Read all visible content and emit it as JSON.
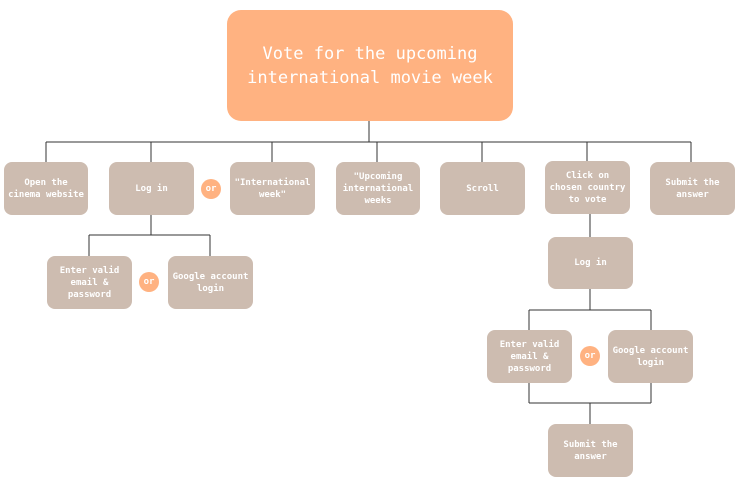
{
  "diagram": {
    "title": "Vote for the upcoming international movie week",
    "steps": [
      "Open the cinema website",
      "Log in",
      "\"International week\"",
      "\"Upcoming international weeks",
      "Scroll",
      "Click on chosen country to vote",
      "Submit the answer"
    ],
    "login_options": [
      "Enter valid email & password",
      "Google account login"
    ],
    "vote_branch": {
      "login": "Log in",
      "login_options": [
        "Enter valid email & password",
        "Google account login"
      ],
      "submit": "Submit the answer"
    },
    "or_label": "or"
  },
  "colors": {
    "root": "#ffb281",
    "step": "#cdbcb0",
    "connector": "#333333",
    "text": "#ffffff"
  }
}
